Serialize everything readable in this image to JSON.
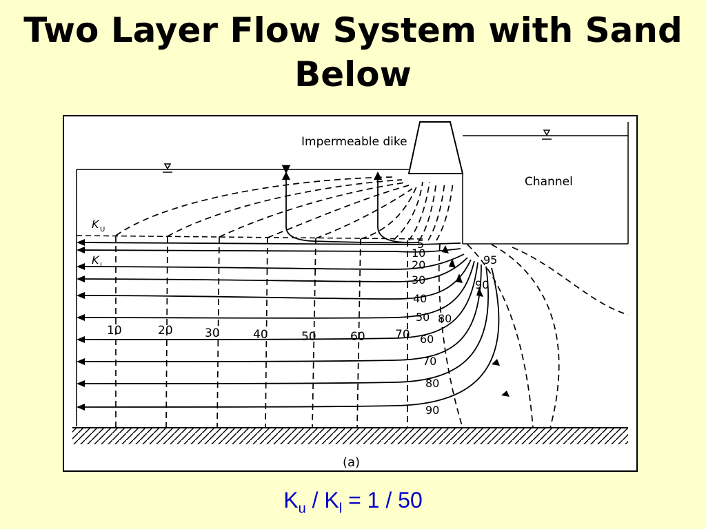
{
  "slide": {
    "title_line1": "Two Layer Flow System with Sand",
    "title_line2": "Below"
  },
  "figure": {
    "dike_label": "Impermeable dike",
    "channel_label": "Channel",
    "ku_label": "K",
    "ku_sub": "U",
    "kl_label": "K",
    "kl_sub": "L",
    "panel_label": "(a)",
    "equipotential_labels": [
      "10",
      "20",
      "30",
      "40",
      "50",
      "60",
      "70"
    ],
    "streamline_labels": [
      "5",
      "10",
      "20",
      "30",
      "40",
      "50",
      "60",
      "70",
      "80",
      "90"
    ],
    "channel_labels": [
      "80",
      "95",
      "90"
    ]
  },
  "caption": {
    "k1": "K",
    "u": "u",
    "slash1": " / ",
    "k2": "K",
    "l": "l",
    "ratio": " = 1 / 50"
  }
}
